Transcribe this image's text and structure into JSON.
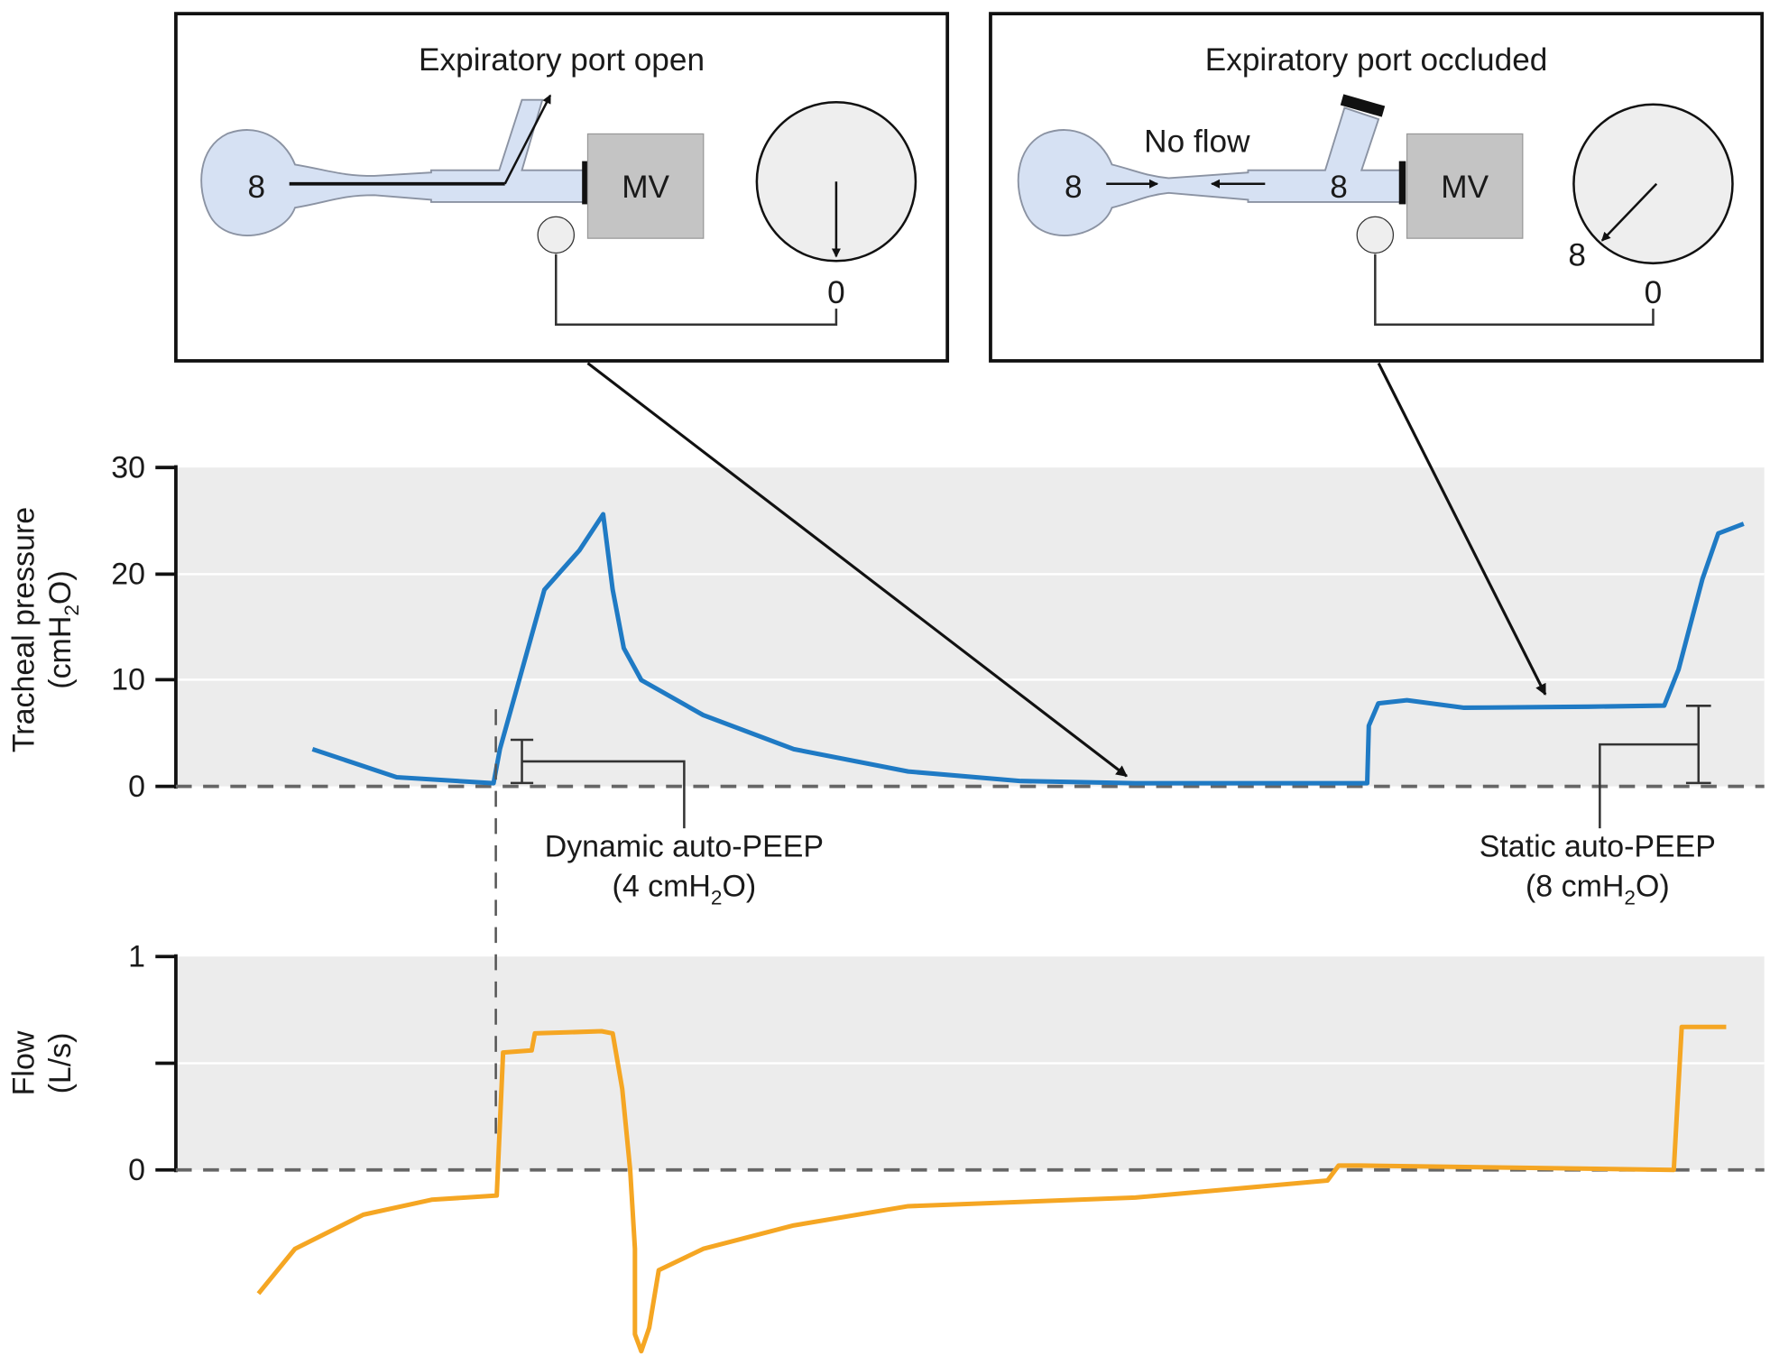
{
  "panels": {
    "open": {
      "title": "Expiratory port open",
      "lung_value": "8",
      "gauge_value": "0",
      "device": "MV"
    },
    "occluded": {
      "title": "Expiratory port occluded",
      "lung_value": "8",
      "circuit_value": "8",
      "flow_note": "No flow",
      "gauge_value": "0",
      "gauge_reading": "8",
      "device": "MV"
    }
  },
  "annotations": {
    "dynamic": {
      "line1": "Dynamic auto-PEEP",
      "line2_pre": "(4 cmH",
      "line2_sub": "2",
      "line2_post": "O)"
    },
    "static": {
      "line1": "Static auto-PEEP",
      "line2_pre": "(8 cmH",
      "line2_sub": "2",
      "line2_post": "O)"
    }
  },
  "colors": {
    "pressure": "#1f7ac4",
    "flow": "#f5a623",
    "plot_bg": "#ececec"
  },
  "chart_data": [
    {
      "type": "line",
      "ylabel_line1": "Tracheal pressure",
      "ylabel_line2_pre": "(cmH",
      "ylabel_line2_sub": "2",
      "ylabel_line2_post": "O)",
      "ylim": [
        0,
        30
      ],
      "yticks": [
        "0",
        "10",
        "20",
        "30"
      ],
      "grid": true,
      "series": [
        {
          "points": [
            [
              8.6,
              3.5
            ],
            [
              13.9,
              0.85
            ],
            [
              20,
              0.3
            ],
            [
              20.4,
              3.5
            ],
            [
              21.8,
              11
            ],
            [
              23.2,
              18.5
            ],
            [
              25.4,
              22.2
            ],
            [
              26.9,
              25.6
            ],
            [
              27.5,
              18.5
            ],
            [
              28.2,
              13
            ],
            [
              29.3,
              10
            ],
            [
              33.2,
              6.7
            ],
            [
              38.9,
              3.5
            ],
            [
              46.1,
              1.4
            ],
            [
              53.2,
              0.5
            ],
            [
              60.4,
              0.3
            ],
            [
              75,
              0.3
            ],
            [
              75.1,
              5.7
            ],
            [
              75.7,
              7.8
            ],
            [
              77.5,
              8.1
            ],
            [
              81.1,
              7.4
            ],
            [
              88.9,
              7.5
            ],
            [
              93.7,
              7.6
            ],
            [
              94.6,
              11
            ],
            [
              96.1,
              19.5
            ],
            [
              97.1,
              23.8
            ],
            [
              98.7,
              24.7
            ]
          ]
        }
      ]
    },
    {
      "type": "line",
      "ylabel_line1": "Flow",
      "ylabel_line2": "(L/s)",
      "ylim": [
        0,
        1
      ],
      "yticks": [
        "0",
        "1"
      ],
      "grid": true,
      "series": [
        {
          "points": [
            [
              5.2,
              -0.58
            ],
            [
              7.5,
              -0.37
            ],
            [
              11.8,
              -0.21
            ],
            [
              16.1,
              -0.14
            ],
            [
              20.2,
              -0.12
            ],
            [
              20.6,
              0.55
            ],
            [
              22.4,
              0.56
            ],
            [
              22.6,
              0.64
            ],
            [
              26.8,
              0.65
            ],
            [
              27.5,
              0.64
            ],
            [
              28.1,
              0.38
            ],
            [
              28.6,
              0
            ],
            [
              28.9,
              -0.37
            ],
            [
              28.9,
              -0.77
            ],
            [
              29.3,
              -0.85
            ],
            [
              29.8,
              -0.74
            ],
            [
              30.4,
              -0.47
            ],
            [
              33.2,
              -0.37
            ],
            [
              38.9,
              -0.26
            ],
            [
              46.1,
              -0.17
            ],
            [
              60.4,
              -0.13
            ],
            [
              72.5,
              -0.05
            ],
            [
              73.2,
              0.02
            ],
            [
              74.6,
              0.02
            ],
            [
              94.3,
              0
            ],
            [
              94.8,
              0.67
            ],
            [
              97.6,
              0.67
            ]
          ]
        }
      ]
    }
  ]
}
